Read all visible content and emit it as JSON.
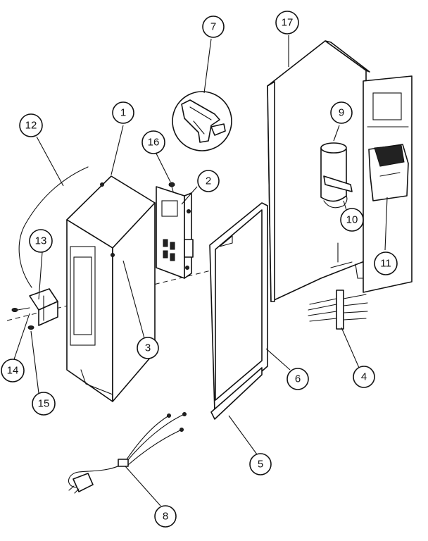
{
  "callouts": [
    {
      "label": "1"
    },
    {
      "label": "2"
    },
    {
      "label": "3"
    },
    {
      "label": "4"
    },
    {
      "label": "5"
    },
    {
      "label": "6"
    },
    {
      "label": "7"
    },
    {
      "label": "8"
    },
    {
      "label": "9"
    },
    {
      "label": "10"
    },
    {
      "label": "11"
    },
    {
      "label": "12"
    },
    {
      "label": "13"
    },
    {
      "label": "14"
    },
    {
      "label": "15"
    },
    {
      "label": "16"
    },
    {
      "label": "17"
    }
  ],
  "colors": {
    "line": "#111111",
    "background": "#ffffff"
  }
}
